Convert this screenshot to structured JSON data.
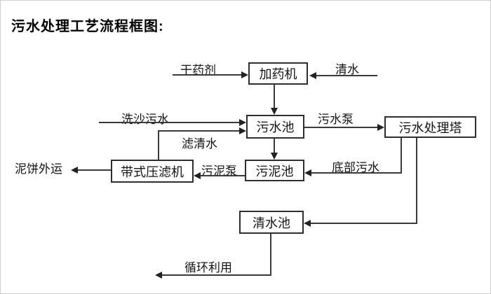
{
  "page": {
    "title": "污水处理工艺流程框图:"
  },
  "diagram": {
    "nodes": {
      "dosing_machine": "加药机",
      "sewage_pool": "污水池",
      "treatment_tower": "污水处理塔",
      "sludge_pool": "污泥池",
      "belt_filter_press": "带式压滤机",
      "clear_water_pool": "清水池"
    },
    "flow_labels": {
      "dry_agent": "干药剂",
      "clear_water": "清水",
      "sand_washing_sewage": "洗沙污水",
      "sewage_pump": "污水泵",
      "filtered_water": "滤清水",
      "sludge_pump": "污泥泵",
      "bottom_sewage": "底部污水",
      "mud_cake_out": "泥饼外运",
      "recycle": "循环利用"
    },
    "colors": {
      "background": "#ffffff",
      "line": "#3a3a3a",
      "arrow": "#222222",
      "box_border": "#2e2e2e",
      "text": "#141414"
    }
  }
}
